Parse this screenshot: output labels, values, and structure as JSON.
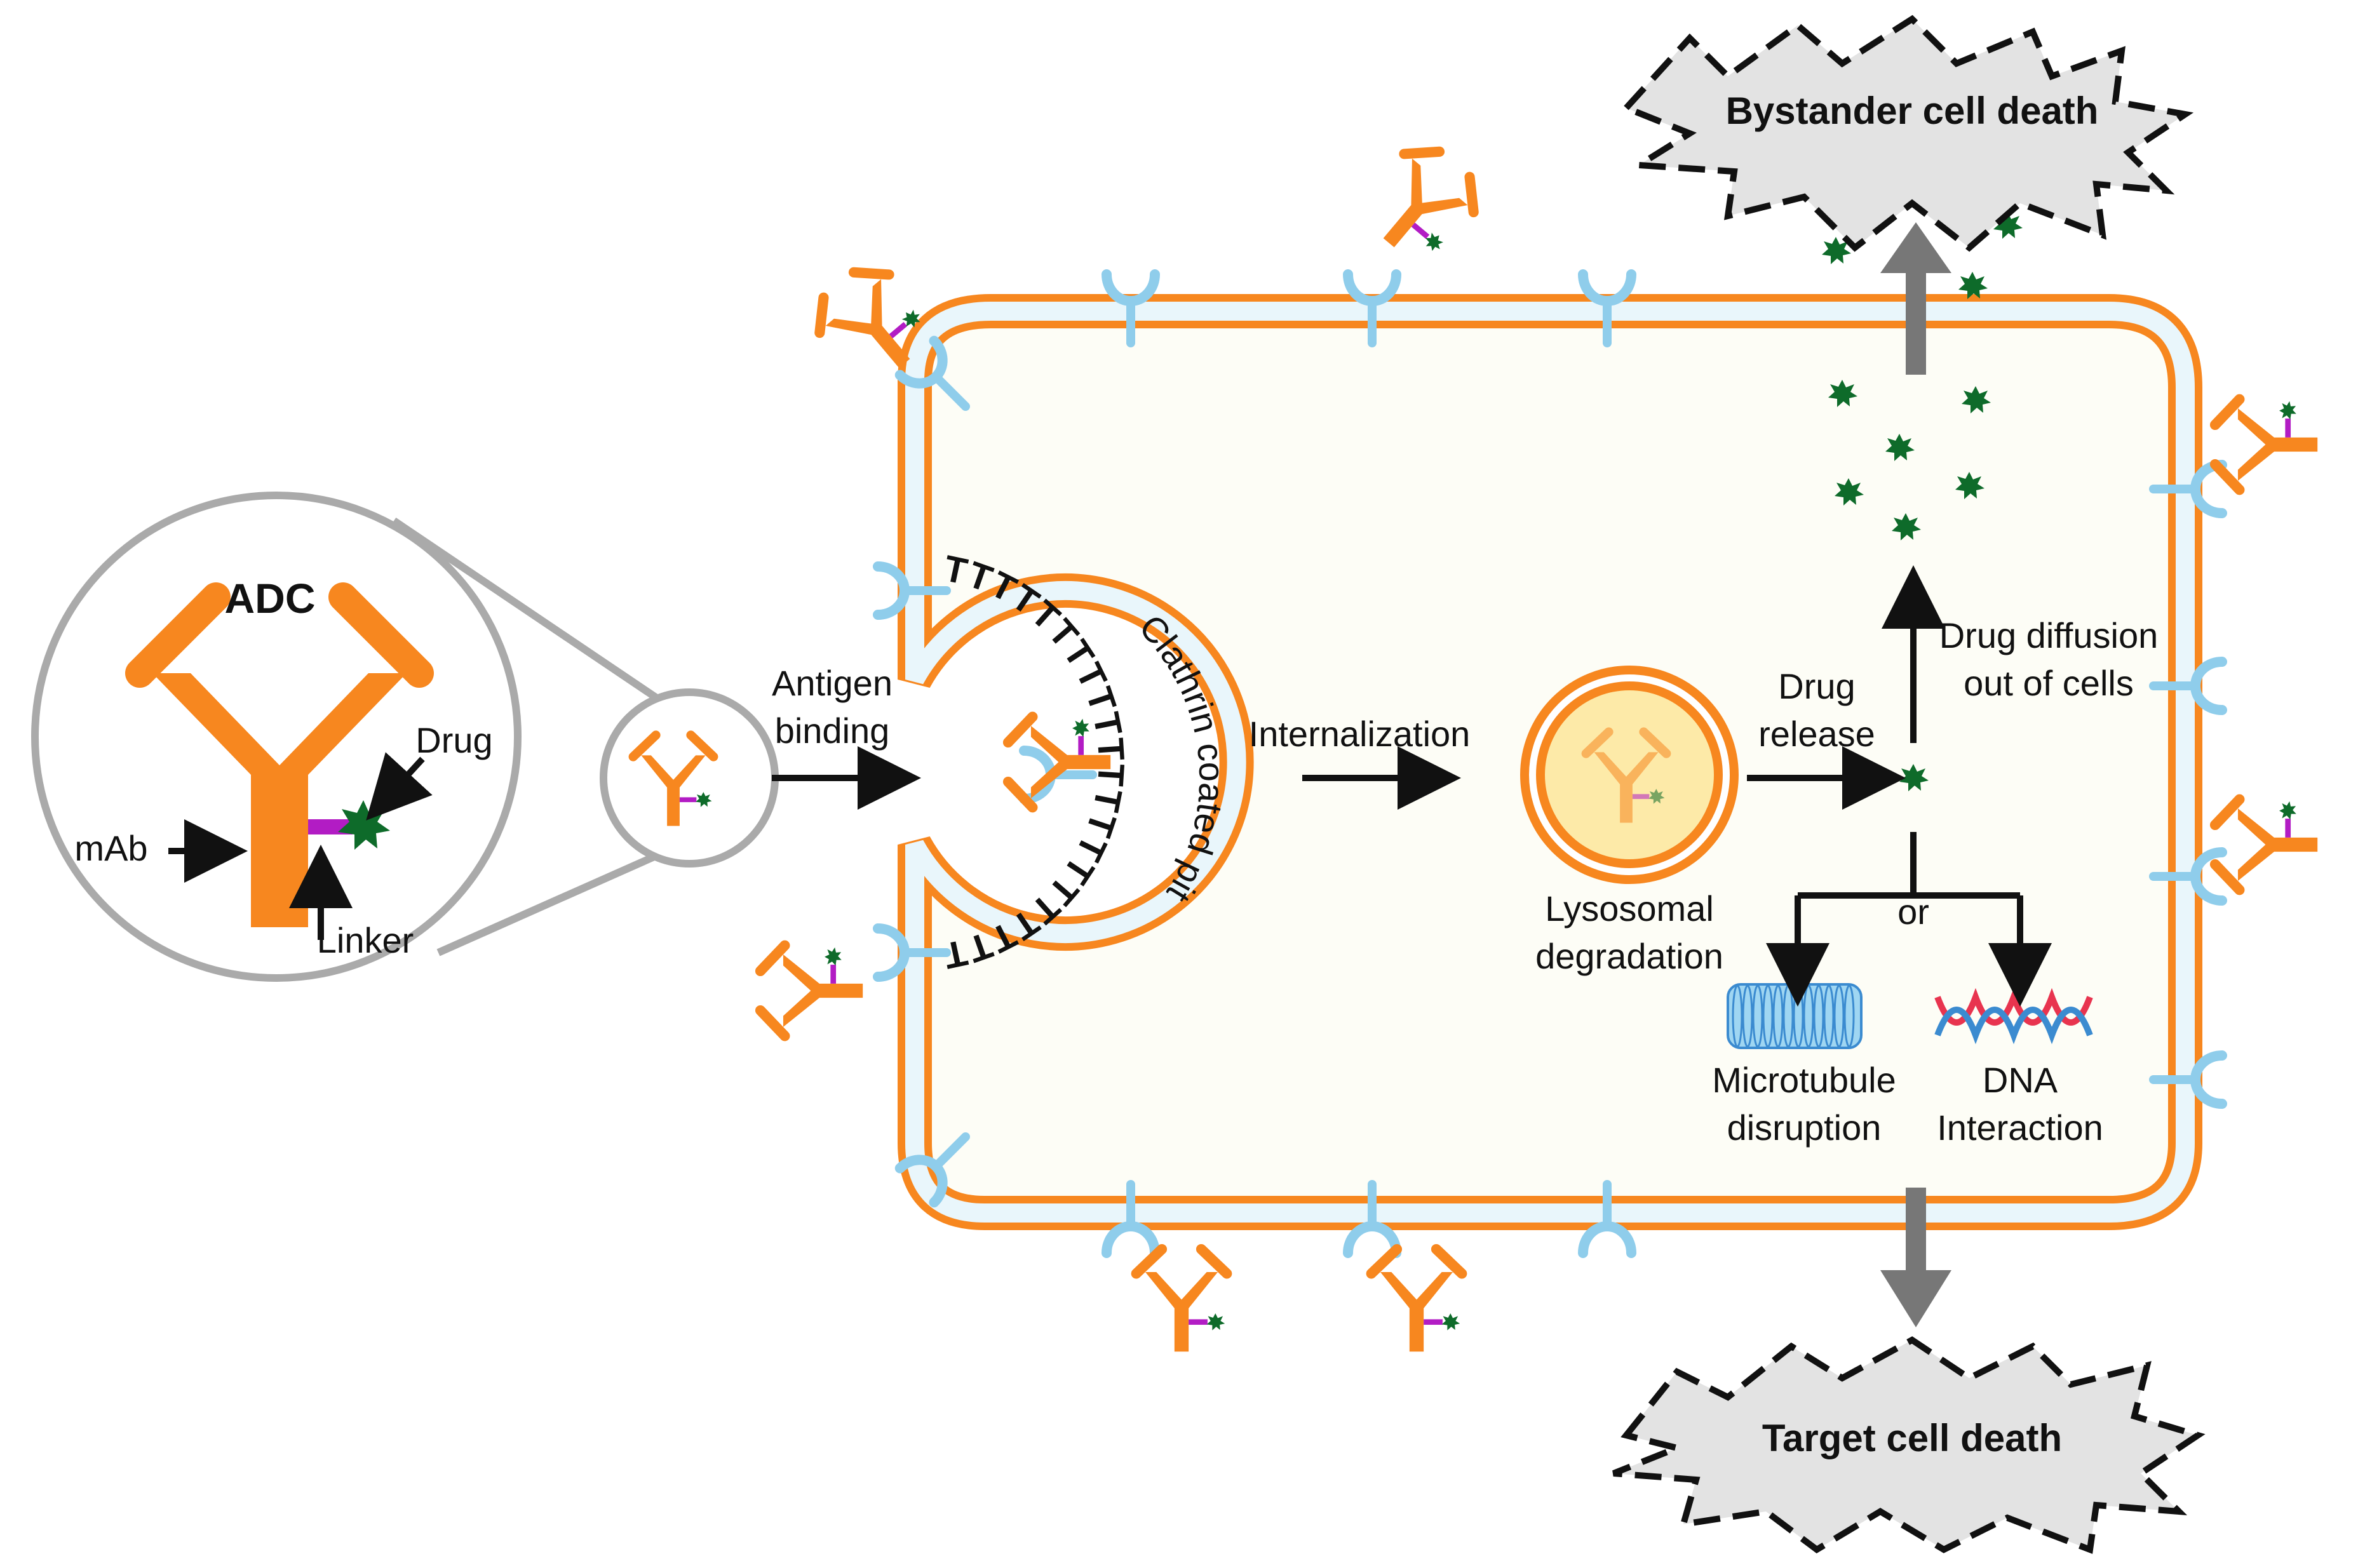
{
  "labels": {
    "adc": "ADC",
    "drug": "Drug",
    "mab": "mAb",
    "linker": "Linker",
    "antigen_line1": "Antigen",
    "antigen_line2": "binding",
    "clathrin": "Clathrin coated pit",
    "internalization": "Internalization",
    "lyso_line1": "Lysosomal",
    "lyso_line2": "degradation",
    "release_line1": "Drug",
    "release_line2": "release",
    "diffusion_line1": "Drug diffusion",
    "diffusion_line2": "out of cells",
    "or": "or",
    "micro_line1": "Microtubule",
    "micro_line2": "disruption",
    "dna_line1": "DNA",
    "dna_line2": "Interaction",
    "bystander": "Bystander cell death",
    "target": "Target cell death"
  },
  "colors": {
    "antibody": "#F7871F",
    "linker": "#B21CC4",
    "drug": "#0E6B2A",
    "receptor": "#8FCDEB",
    "membrane_fill": "#E9F6FB",
    "cytoplasm": "#FDFDF6",
    "lysosome": "#FDEAA8",
    "arrow": "#111111",
    "gray_arrow": "#777777",
    "burst": "#E3E3E3",
    "zoom": "#AAAAAA",
    "dna_a": "#E8344F",
    "dna_b": "#3B8BD0"
  }
}
